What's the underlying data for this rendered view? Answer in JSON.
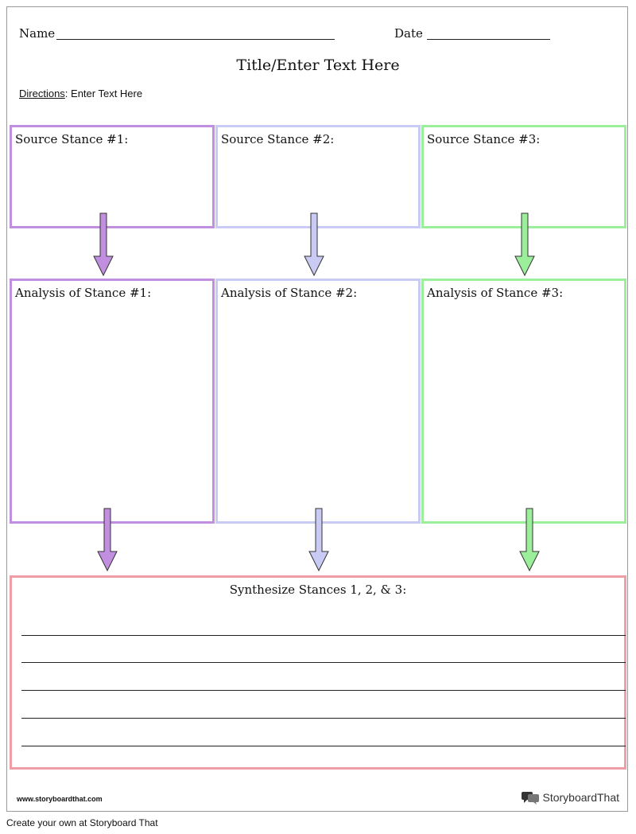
{
  "header": {
    "name_label": "Name",
    "date_label": "Date",
    "title": "Title/Enter Text Here",
    "directions_label": "Directions",
    "directions_text": ": Enter Text Here"
  },
  "source_boxes": [
    {
      "label": "Source Stance #1:",
      "color": "#c18ee0"
    },
    {
      "label": "Source Stance #2:",
      "color": "#c9cbf4"
    },
    {
      "label": "Source Stance #3:",
      "color": "#9cef9a"
    }
  ],
  "analysis_boxes": [
    {
      "label": "Analysis of Stance #1:",
      "color": "#c18ee0"
    },
    {
      "label": "Analysis of Stance #2:",
      "color": "#c9cbf4"
    },
    {
      "label": "Analysis of Stance #3:",
      "color": "#9cef9a"
    }
  ],
  "synthesis": {
    "label": "Synthesize Stances 1, 2, & 3:",
    "color": "#ee9ea4"
  },
  "footer": {
    "url": "www.storyboardthat.com",
    "logo_text": "StoryboardThat",
    "logo_icon": "speech-bubbles-icon"
  },
  "caption": "Create your own at Storyboard That"
}
